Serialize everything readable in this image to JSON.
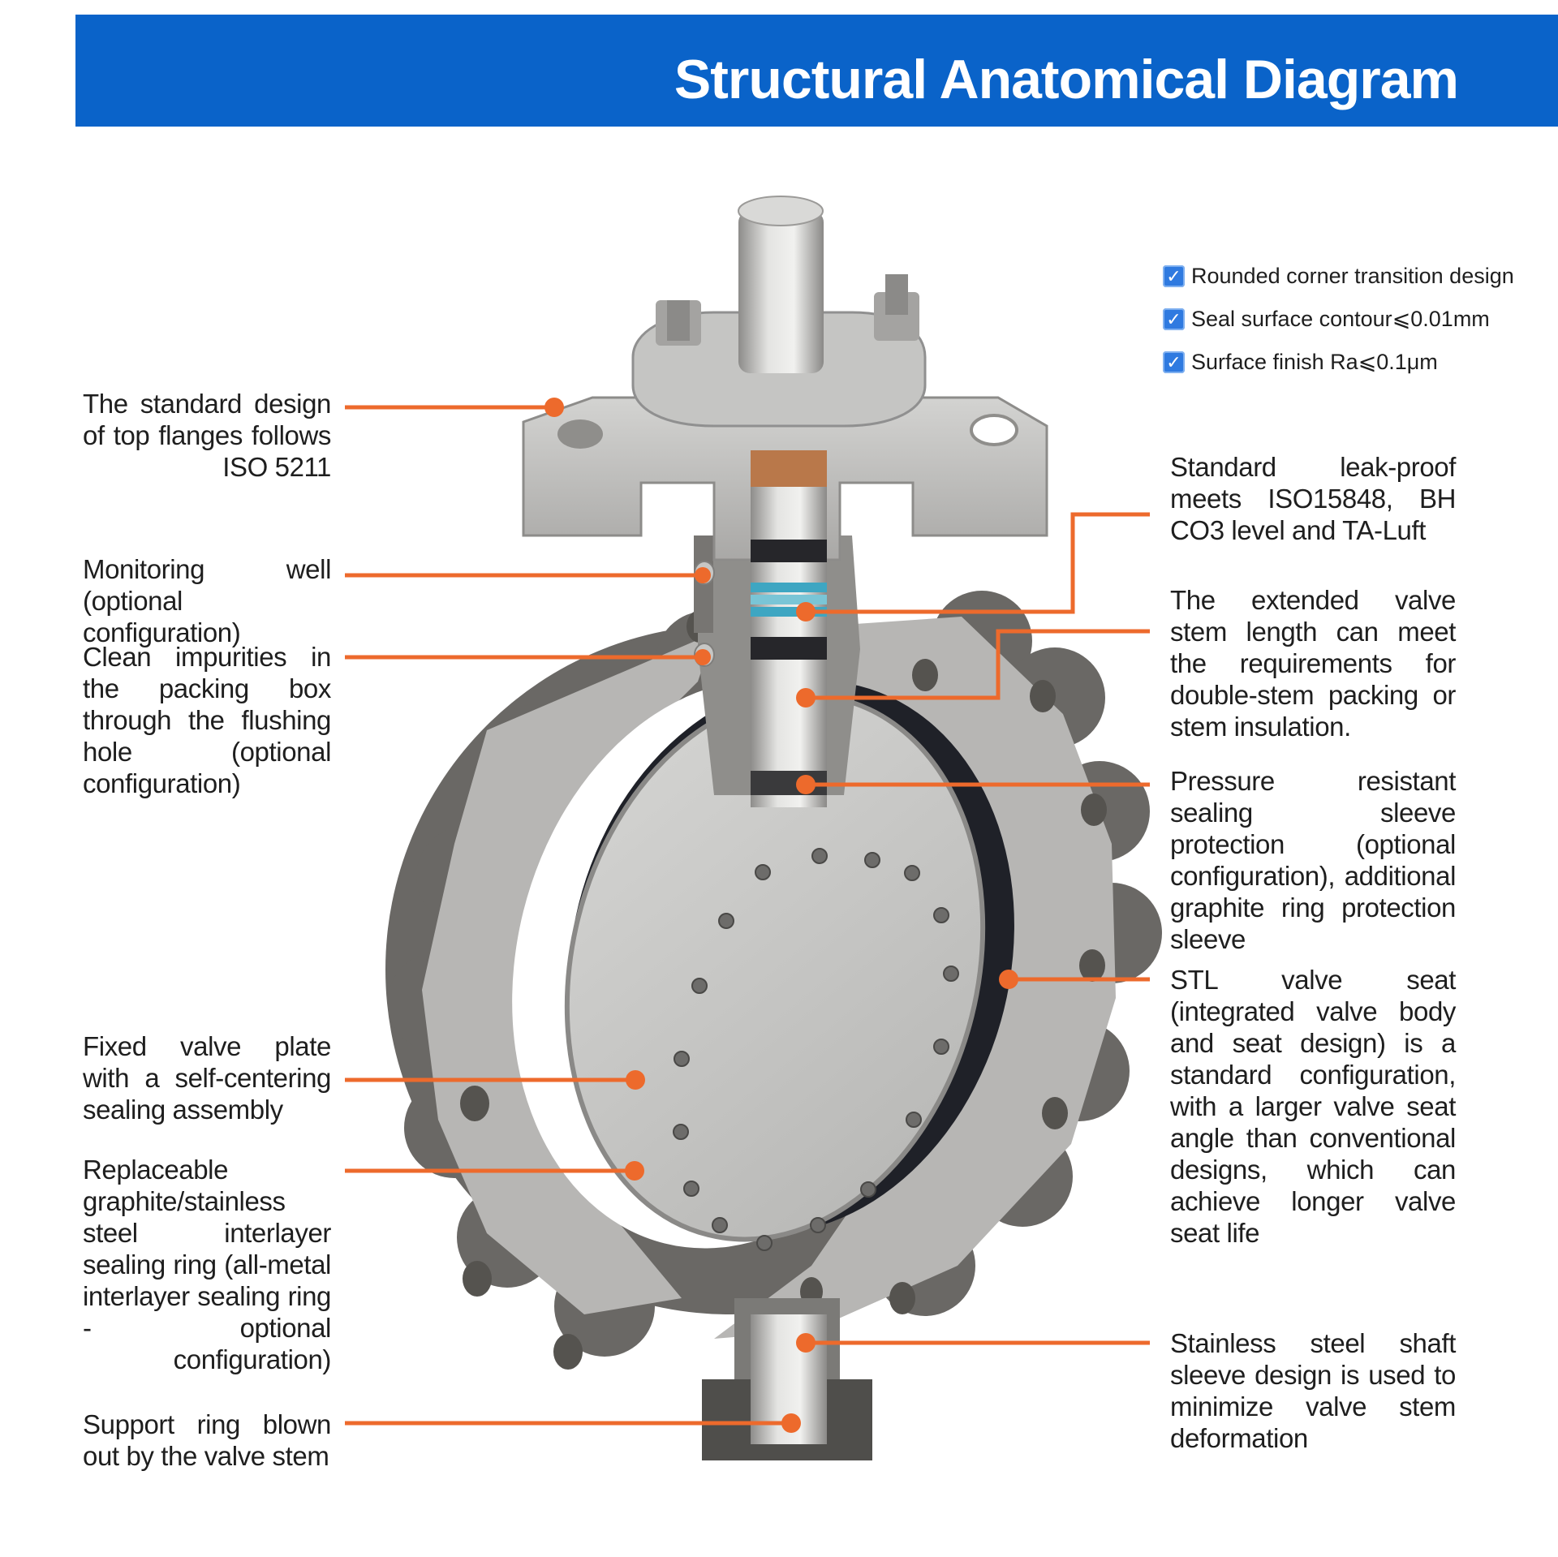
{
  "header": {
    "title": "Structural Anatomical Diagram"
  },
  "colors": {
    "header_bg": "#0a63c9",
    "callout": "#ed6a2c",
    "metal_dark": "#5d5b58",
    "metal_light": "#c9c9c7"
  },
  "features": [
    {
      "icon": "checkbox-checked-icon",
      "text": "Rounded corner transition design"
    },
    {
      "icon": "checkbox-checked-icon",
      "text": "Seal surface contour⩽0.01mm"
    },
    {
      "icon": "checkbox-checked-icon",
      "text": "Surface finish Ra⩽0.1μm"
    }
  ],
  "callouts_left": [
    {
      "text": "The standard design of top flanges follows ISO 5211"
    },
    {
      "text": "Monitoring well (optional configuration)"
    },
    {
      "text": "Clean impurities in the packing box through the flushing hole (optional configuration)"
    },
    {
      "text": "Fixed valve plate with a self-centering sealing assembly"
    },
    {
      "text": "Replaceable graphite/stainless steel interlayer sealing ring (all-metal interlayer sealing ring - optional configuration)"
    },
    {
      "text": "Support ring blown out by the valve stem"
    }
  ],
  "callouts_right": [
    {
      "text": "Standard leak-proof meets ISO15848, BH CO3 level and TA-Luft"
    },
    {
      "text": "The extended valve stem length can meet the requirements for double-stem packing or stem insulation."
    },
    {
      "text": "Pressure resistant sealing sleeve protection (optional configuration), additional graphite ring protection sleeve"
    },
    {
      "text": "STL valve seat (integrated valve body and seat design) is a standard configuration, with a larger valve seat angle than conventional designs, which can achieve longer valve seat life"
    },
    {
      "text": "Stainless steel shaft sleeve design is used to minimize valve stem deformation"
    }
  ]
}
